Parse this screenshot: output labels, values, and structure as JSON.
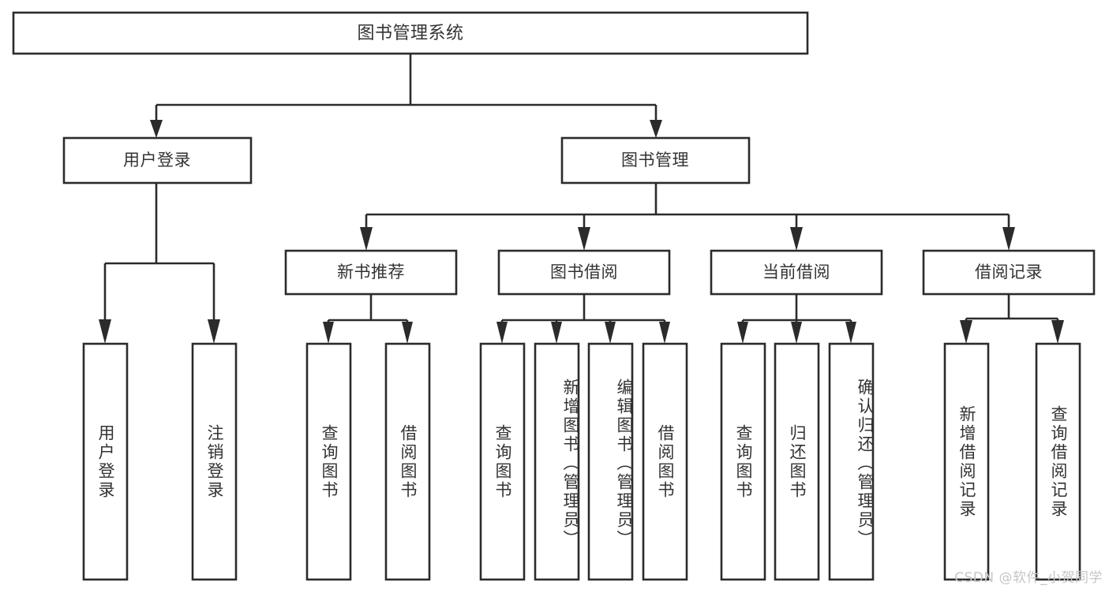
{
  "diagram": {
    "type": "tree-hierarchy",
    "title": "图书管理系统",
    "orientation": "top-down",
    "colors": {
      "background": "#ffffff",
      "box_stroke": "#2b2b2b",
      "box_fill": "#ffffff",
      "text": "#333333",
      "watermark": "#c6c6c6"
    },
    "root": {
      "label": "图书管理系统"
    },
    "level2": [
      {
        "label": "用户登录"
      },
      {
        "label": "图书管理"
      }
    ],
    "level3": [
      {
        "label": "新书推荐"
      },
      {
        "label": "图书借阅"
      },
      {
        "label": "当前借阅"
      },
      {
        "label": "借阅记录"
      }
    ],
    "leaves": {
      "user_login": [
        {
          "label": "用户登录"
        },
        {
          "label": "注销登录"
        }
      ],
      "new_book_recommend": [
        {
          "label": "查询图书"
        },
        {
          "label": "借阅图书"
        }
      ],
      "book_borrow": [
        {
          "label": "查询图书"
        },
        {
          "label": "新增图书（管理员）"
        },
        {
          "label": "编辑图书（管理员）"
        },
        {
          "label": "借阅图书"
        }
      ],
      "current_borrow": [
        {
          "label": "查询图书"
        },
        {
          "label": "归还图书"
        },
        {
          "label": "确认归还（管理员）"
        }
      ],
      "borrow_record": [
        {
          "label": "新增借阅记录"
        },
        {
          "label": "查询借阅记录"
        }
      ]
    }
  },
  "watermark": {
    "text": "CSDN @软件_小贺同学"
  }
}
